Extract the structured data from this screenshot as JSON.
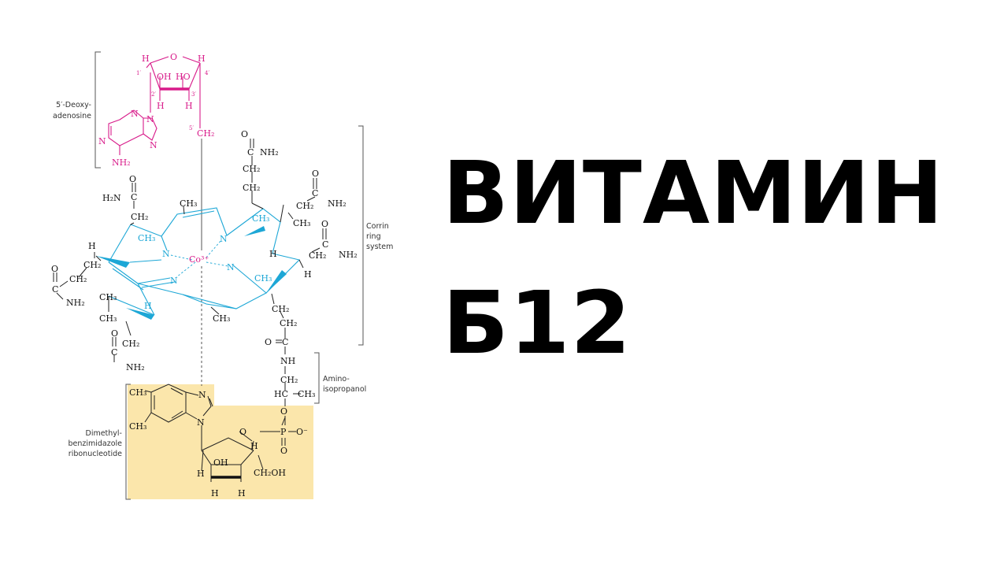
{
  "title": {
    "line1": "ВИТАМИН",
    "line2": "Б12"
  },
  "colors": {
    "deoxyadenosine": "#d81b8a",
    "corrin": "#1da7d6",
    "ribonucleotide_fill": "#fbe6ab",
    "bonds": "#222222"
  },
  "labels": {
    "deoxyadenosine_1": "5′-Deoxy-",
    "deoxyadenosine_2": "adenosine",
    "corrin_1": "Corrin",
    "corrin_2": "ring",
    "corrin_3": "system",
    "aminoisopropanol_1": "Amino-",
    "aminoisopropanol_2": "isopropanol",
    "dmb_1": "Dimethyl-",
    "dmb_2": "benzimidazole",
    "dmb_3": "ribonucleotide"
  },
  "atoms": {
    "H": "H",
    "O": "O",
    "N": "N",
    "OH": "OH",
    "HO": "HO",
    "CH2": "CH₂",
    "CH3": "CH₃",
    "NH2": "NH₂",
    "H2N": "H₂N",
    "CH2OH": "CH₂OH",
    "C": "C",
    "Co": "Co³⁺",
    "NH": "NH",
    "HC": "HC",
    "P": "P",
    "Ominus": "O⁻",
    "p1": "1′",
    "p2": "2′",
    "p3": "3′",
    "p4": "4′",
    "p5": "5′"
  }
}
